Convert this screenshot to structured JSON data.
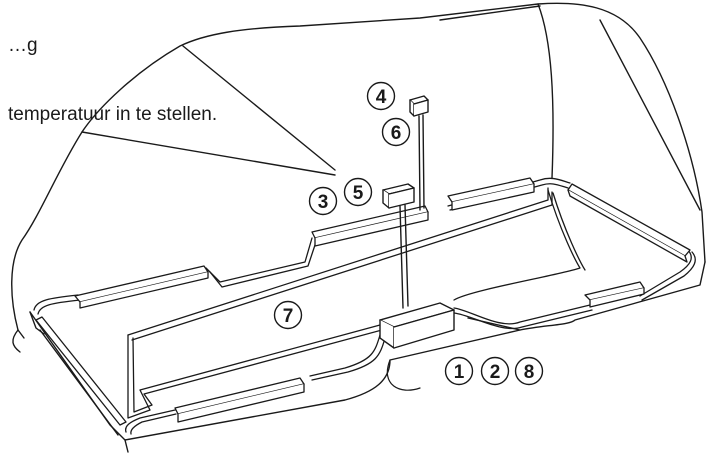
{
  "caption": {
    "lines": [
      "…g",
      "temperatuur in te stellen."
    ]
  },
  "callouts": {
    "c1": "1",
    "c2": "2",
    "c3": "3",
    "c4": "4",
    "c5": "5",
    "c6": "6",
    "c7": "7",
    "c8": "8"
  }
}
